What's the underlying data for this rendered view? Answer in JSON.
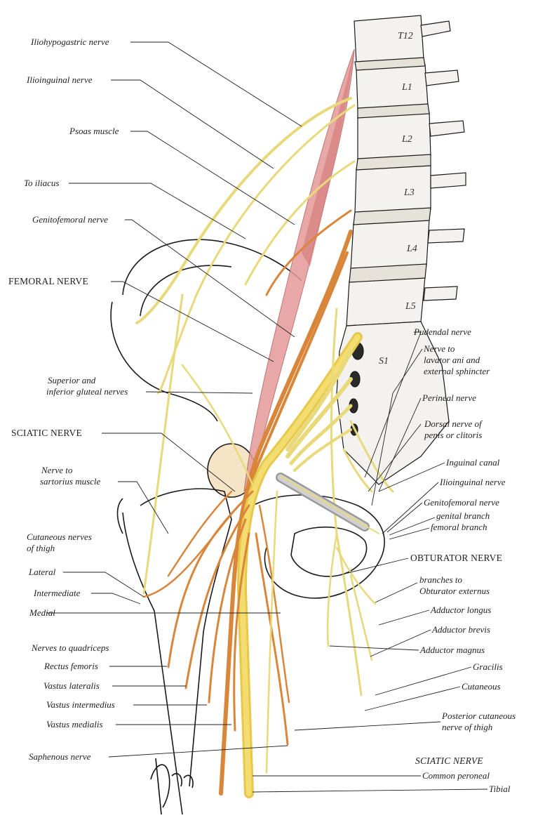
{
  "vertebrae": [
    "T12",
    "L1",
    "L2",
    "L3",
    "L4",
    "L5",
    "S1"
  ],
  "left_labels": [
    {
      "id": "iliohypogastric",
      "text": "Iliohypogastric nerve"
    },
    {
      "id": "ilioinguinal",
      "text": "Ilioinguinal nerve"
    },
    {
      "id": "psoas",
      "text": "Psoas muscle"
    },
    {
      "id": "to-iliacus",
      "text": "To iliacus"
    },
    {
      "id": "genitofemoral",
      "text": "Genitofemoral nerve"
    },
    {
      "id": "femoral",
      "text": "FEMORAL NERVE"
    },
    {
      "id": "gluteal-1",
      "text": "Superior and"
    },
    {
      "id": "gluteal-2",
      "text": "inferior gluteal nerves"
    },
    {
      "id": "sciatic",
      "text": "SCIATIC NERVE"
    },
    {
      "id": "sartorius-1",
      "text": "Nerve to"
    },
    {
      "id": "sartorius-2",
      "text": "sartorius muscle"
    },
    {
      "id": "cutaneous-1",
      "text": "Cutaneous nerves"
    },
    {
      "id": "cutaneous-2",
      "text": "of thigh"
    },
    {
      "id": "lateral",
      "text": "Lateral"
    },
    {
      "id": "intermediate",
      "text": "Intermediate"
    },
    {
      "id": "medial",
      "text": "Medial"
    },
    {
      "id": "quadriceps",
      "text": "Nerves to quadriceps"
    },
    {
      "id": "rectus",
      "text": "Rectus femoris"
    },
    {
      "id": "vastus-lat",
      "text": "Vastus lateralis"
    },
    {
      "id": "vastus-int",
      "text": "Vastus intermedius"
    },
    {
      "id": "vastus-med",
      "text": "Vastus medialis"
    },
    {
      "id": "saphenous",
      "text": "Saphenous nerve"
    }
  ],
  "right_labels": [
    {
      "id": "pudendal",
      "text": "Pudendal nerve"
    },
    {
      "id": "levator-1",
      "text": "Nerve to"
    },
    {
      "id": "levator-2",
      "text": "lavator ani and"
    },
    {
      "id": "levator-3",
      "text": "external sphincter"
    },
    {
      "id": "perineal",
      "text": "Perineal nerve"
    },
    {
      "id": "dorsal-1",
      "text": "Dorsal nerve of"
    },
    {
      "id": "dorsal-2",
      "text": "penis or clitoris"
    },
    {
      "id": "inguinal-canal",
      "text": "Inguinal canal"
    },
    {
      "id": "ilioinguinal-r",
      "text": "Ilioinguinal nerve"
    },
    {
      "id": "genitofemoral-r",
      "text": "Genitofemoral nerve"
    },
    {
      "id": "genital-branch",
      "text": "genital branch"
    },
    {
      "id": "femoral-branch",
      "text": "femoral branch"
    },
    {
      "id": "obturator",
      "text": "OBTURATOR NERVE"
    },
    {
      "id": "branches-1",
      "text": "branches to"
    },
    {
      "id": "branches-2",
      "text": "Obturator externus"
    },
    {
      "id": "add-longus",
      "text": "Adductor longus"
    },
    {
      "id": "add-brevis",
      "text": "Adductor brevis"
    },
    {
      "id": "add-magnus",
      "text": "Adductor magnus"
    },
    {
      "id": "gracilis",
      "text": "Gracilis"
    },
    {
      "id": "cutaneous-r",
      "text": "Cutaneous"
    },
    {
      "id": "post-cut-1",
      "text": "Posterior cutaneous"
    },
    {
      "id": "post-cut-2",
      "text": "nerve of thigh"
    },
    {
      "id": "sciatic-r",
      "text": "SCIATIC NERVE"
    },
    {
      "id": "common-peroneal",
      "text": "Common peroneal"
    },
    {
      "id": "tibial",
      "text": "Tibial"
    }
  ],
  "colors": {
    "nerve_yellow": "#e8d97a",
    "nerve_orange": "#d9863a",
    "muscle_pink": "#e59a9a",
    "bone_outline": "#1a1a1a",
    "bone_fill": "#f4f2ee",
    "leader": "#222222"
  }
}
